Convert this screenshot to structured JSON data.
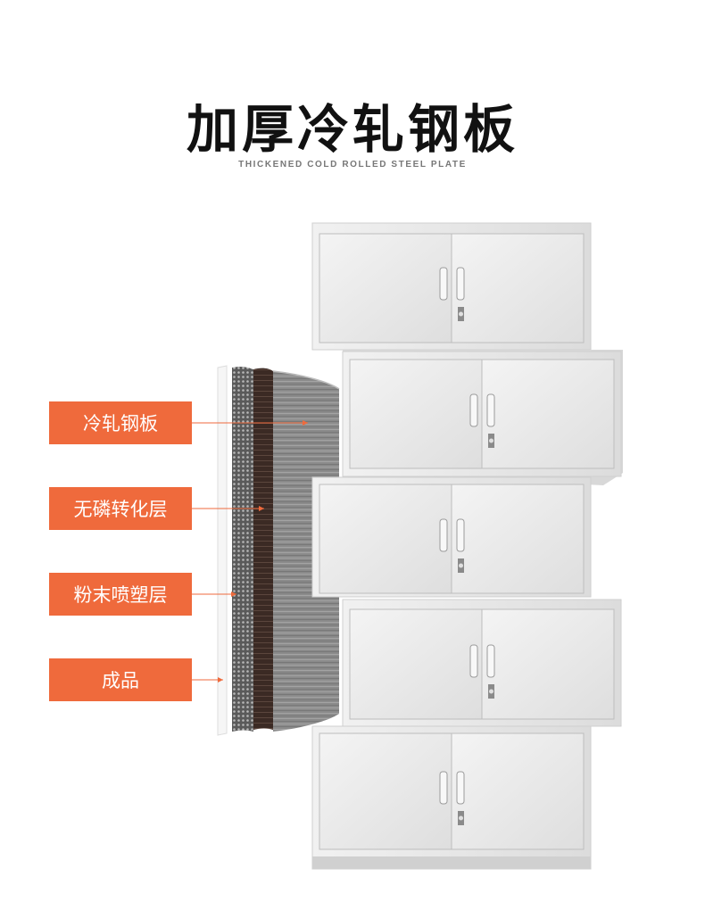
{
  "header": {
    "title": "加厚冷轧钢板",
    "subtitle": "THICKENED COLD ROLLED STEEL PLATE"
  },
  "layers": [
    {
      "label": "冷轧钢板"
    },
    {
      "label": "无磷转化层"
    },
    {
      "label": "粉末喷塑层"
    },
    {
      "label": "成品"
    }
  ],
  "colors": {
    "label_bg": "#ef6a3c",
    "cabinet": "#e8e8e8",
    "title": "#111111"
  },
  "icons": [
    "cabinet-module",
    "door-handle",
    "keyhole-lock",
    "steel-plate-layers",
    "pointer-arrow"
  ]
}
